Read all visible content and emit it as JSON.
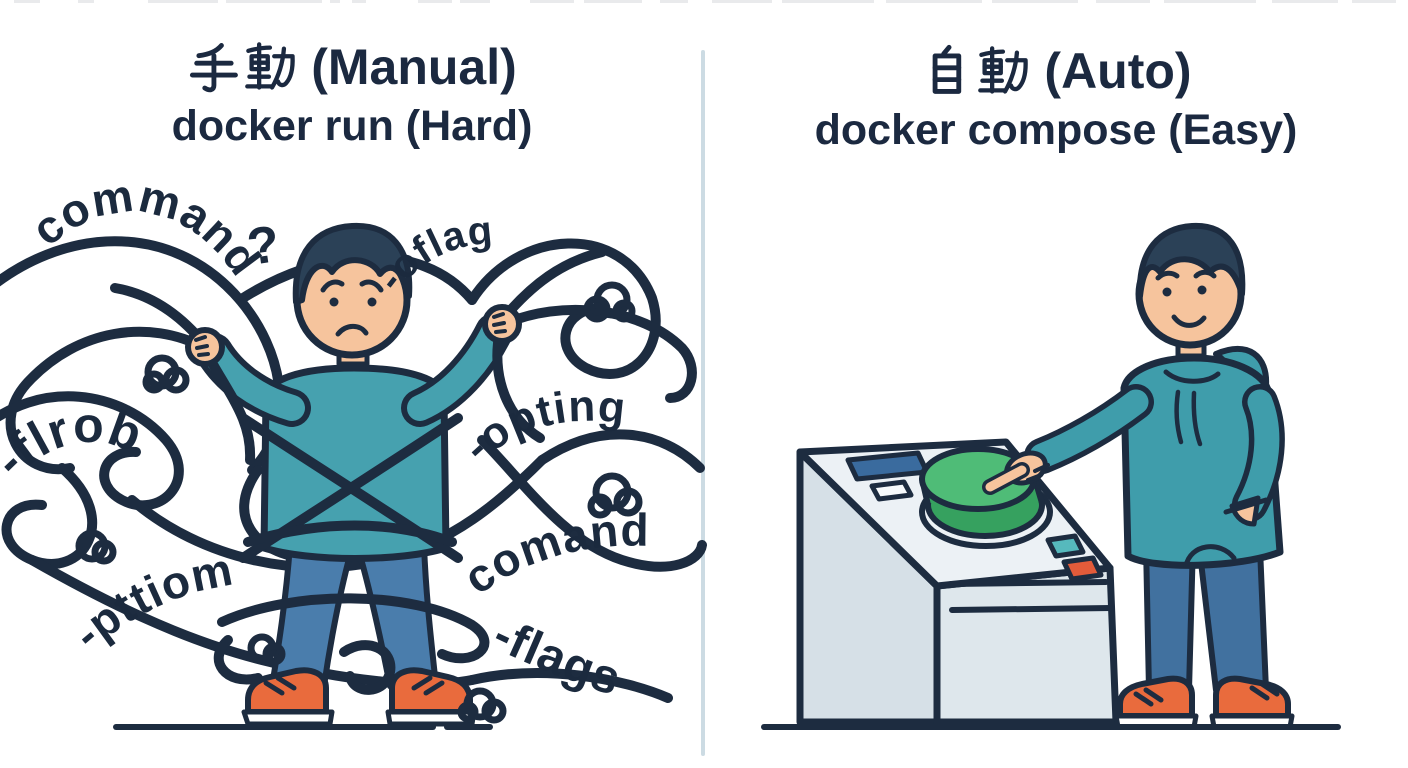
{
  "page": {
    "background": "#ffffff",
    "divider_color": "#ccdbe3",
    "ink_color": "#1d2c40"
  },
  "left_panel": {
    "title_full": "手動 (Manual)",
    "title_kanji": "手動",
    "title_latin": "(Manual)",
    "subtitle": "docker run (Hard)",
    "question_mark": "?",
    "rope_words": {
      "command": "command",
      "oflag": "-oflag",
      "flrob": "-flrob",
      "opting": "-opting",
      "pttiom": "-pttiom",
      "comand": "comand",
      "flags": "-flags"
    }
  },
  "right_panel": {
    "title_full": "自動 (Auto)",
    "title_kanji": "自動",
    "title_latin": "(Auto)",
    "subtitle": "docker compose (Easy)"
  },
  "colors": {
    "ink": "#1b2940",
    "teal_shirt": "#46a1af",
    "teal_hoodie": "#3f9dab",
    "jeans_left": "#4a7dac",
    "jeans_right": "#41719f",
    "shoes_orange": "#e96b3d",
    "skin": "#f6c49d",
    "hair": "#2b4157",
    "button_green_top": "#4fbc77",
    "button_green_side": "#36a15f",
    "machine_top": "#ecf1f5",
    "machine_front": "#dee7ec",
    "machine_side": "#d6e0e7",
    "chip_blue": "#3a6b9e",
    "chip_teal": "#56b9bd",
    "chip_orange": "#e25b3a"
  }
}
